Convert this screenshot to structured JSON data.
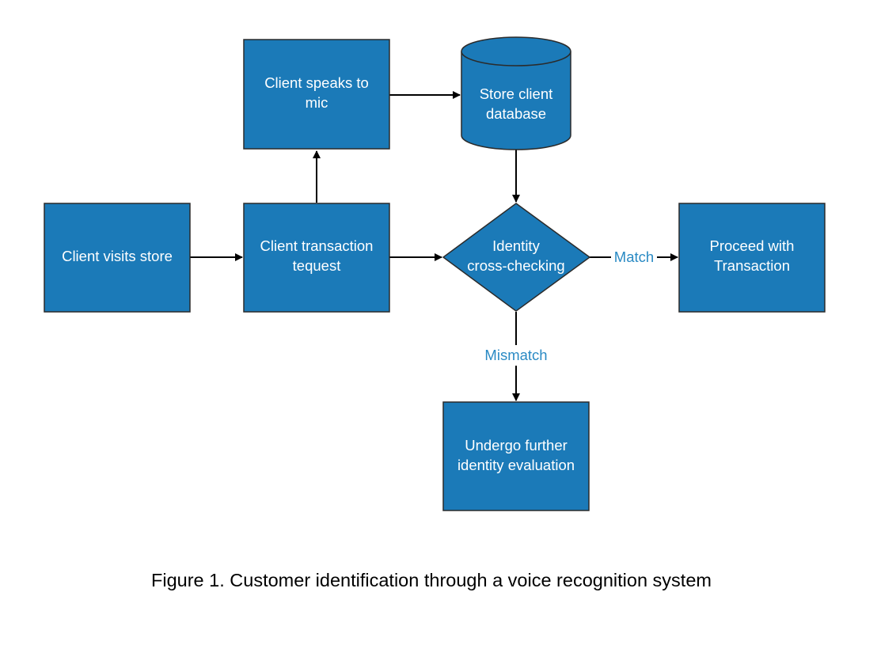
{
  "diagram": {
    "node_fill": "#1b7ab8",
    "node_stroke": "#2b2b2b",
    "edge_color": "#000000",
    "edge_label_color": "#2a8ac4",
    "nodes": {
      "speaks": {
        "line1": "Client speaks to",
        "line2": "mic"
      },
      "database": {
        "line1": "Store client",
        "line2": "database"
      },
      "visits": {
        "line1": "Client visits store"
      },
      "request": {
        "line1": "Client transaction",
        "line2": "tequest"
      },
      "crosscheck": {
        "line1": "Identity",
        "line2": "cross-checking"
      },
      "proceed": {
        "line1": "Proceed with",
        "line2": "Transaction"
      },
      "evaluation": {
        "line1": "Undergo further",
        "line2": "identity evaluation"
      }
    },
    "edge_labels": {
      "match": "Match",
      "mismatch": "Mismatch"
    }
  },
  "caption": "Figure 1. Customer identification through a voice recognition system"
}
